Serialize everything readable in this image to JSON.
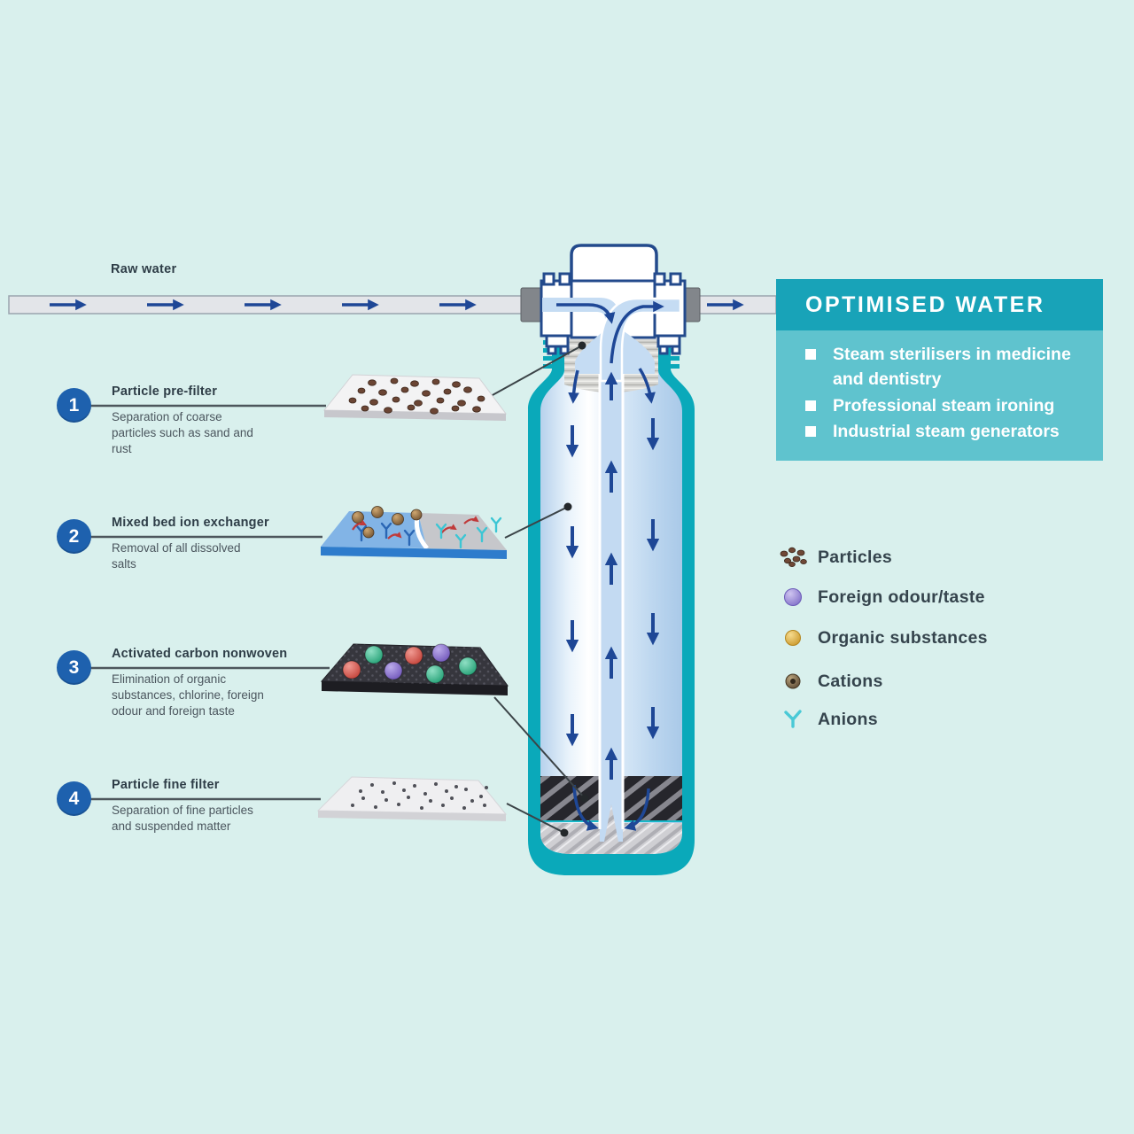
{
  "raw_water_label": "Raw water",
  "steps": [
    {
      "number": "1",
      "title": "Particle pre-filter",
      "description": "Separation of coarse particles such as sand and rust"
    },
    {
      "number": "2",
      "title": "Mixed bed ion exchanger",
      "description": "Removal of all dissolved salts"
    },
    {
      "number": "3",
      "title": "Activated carbon nonwoven",
      "description": "Elimination of organic substances, chlorine, foreign odour and foreign taste"
    },
    {
      "number": "4",
      "title": "Particle fine filter",
      "description": "Separation of fine particles and suspended matter"
    }
  ],
  "optimised_water": {
    "title": "OPTIMISED WATER",
    "items": [
      "Steam sterilisers in medicine and dentistry",
      "Professional steam ironing",
      "Industrial steam generators"
    ]
  },
  "legend": [
    {
      "icon": "particles-icon",
      "label": "Particles"
    },
    {
      "icon": "foreign-odour-icon",
      "label": "Foreign odour/taste"
    },
    {
      "icon": "organic-substances-icon",
      "label": "Organic substances"
    },
    {
      "icon": "cations-icon",
      "label": "Cations"
    },
    {
      "icon": "anions-icon",
      "label": "Anions"
    }
  ],
  "colors": {
    "background": "#d9f0ed",
    "box_header_teal": "#18a3b8",
    "box_body_teal": "#5fc3ce",
    "cartridge_teal": "#0aa9ba",
    "flow_arrow_navy": "#1e4796",
    "step_circle_blue": "#1e61ae",
    "text_dark": "#2e3d47"
  }
}
